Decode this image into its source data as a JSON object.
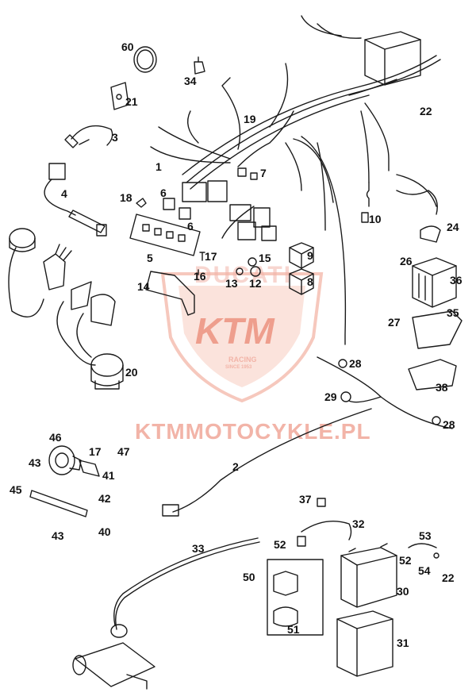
{
  "watermark": {
    "logo_text": "KTM",
    "logo_sub": "RACING",
    "logo_since": "SINCE 1953",
    "upper_text": "DUCATI",
    "site_text": "KTMMOTOCYKLE.PL",
    "color": "#f2b4a8"
  },
  "callouts": [
    {
      "id": "c60",
      "text": "60"
    },
    {
      "id": "c34",
      "text": "34"
    },
    {
      "id": "c21",
      "text": "21"
    },
    {
      "id": "c19",
      "text": "19"
    },
    {
      "id": "c22a",
      "text": "22"
    },
    {
      "id": "c3",
      "text": "3"
    },
    {
      "id": "c1",
      "text": "1"
    },
    {
      "id": "c7",
      "text": "7"
    },
    {
      "id": "c4",
      "text": "4"
    },
    {
      "id": "c18",
      "text": "18"
    },
    {
      "id": "c6a",
      "text": "6"
    },
    {
      "id": "c6b",
      "text": "6"
    },
    {
      "id": "c10",
      "text": "10"
    },
    {
      "id": "c24",
      "text": "24"
    },
    {
      "id": "c9",
      "text": "9"
    },
    {
      "id": "c5",
      "text": "5"
    },
    {
      "id": "c17a",
      "text": "17"
    },
    {
      "id": "c15",
      "text": "15"
    },
    {
      "id": "c16",
      "text": "16"
    },
    {
      "id": "c26",
      "text": "26"
    },
    {
      "id": "c13",
      "text": "13"
    },
    {
      "id": "c12",
      "text": "12"
    },
    {
      "id": "c8",
      "text": "8"
    },
    {
      "id": "c36",
      "text": "36"
    },
    {
      "id": "c14",
      "text": "14"
    },
    {
      "id": "c35",
      "text": "35"
    },
    {
      "id": "c27",
      "text": "27"
    },
    {
      "id": "c28a",
      "text": "28"
    },
    {
      "id": "c20",
      "text": "20"
    },
    {
      "id": "c38",
      "text": "38"
    },
    {
      "id": "c29",
      "text": "29"
    },
    {
      "id": "c28b",
      "text": "28"
    },
    {
      "id": "c46",
      "text": "46"
    },
    {
      "id": "c17b",
      "text": "17"
    },
    {
      "id": "c47",
      "text": "47"
    },
    {
      "id": "c43a",
      "text": "43"
    },
    {
      "id": "c2",
      "text": "2"
    },
    {
      "id": "c41",
      "text": "41"
    },
    {
      "id": "c45",
      "text": "45"
    },
    {
      "id": "c42",
      "text": "42"
    },
    {
      "id": "c37",
      "text": "37"
    },
    {
      "id": "c32",
      "text": "32"
    },
    {
      "id": "c40",
      "text": "40"
    },
    {
      "id": "c43b",
      "text": "43"
    },
    {
      "id": "c53",
      "text": "53"
    },
    {
      "id": "c33",
      "text": "33"
    },
    {
      "id": "c52a",
      "text": "52"
    },
    {
      "id": "c52b",
      "text": "52"
    },
    {
      "id": "c54",
      "text": "54"
    },
    {
      "id": "c50",
      "text": "50"
    },
    {
      "id": "c22b",
      "text": "22"
    },
    {
      "id": "c30",
      "text": "30"
    },
    {
      "id": "c51",
      "text": "51"
    },
    {
      "id": "c31",
      "text": "31"
    }
  ]
}
